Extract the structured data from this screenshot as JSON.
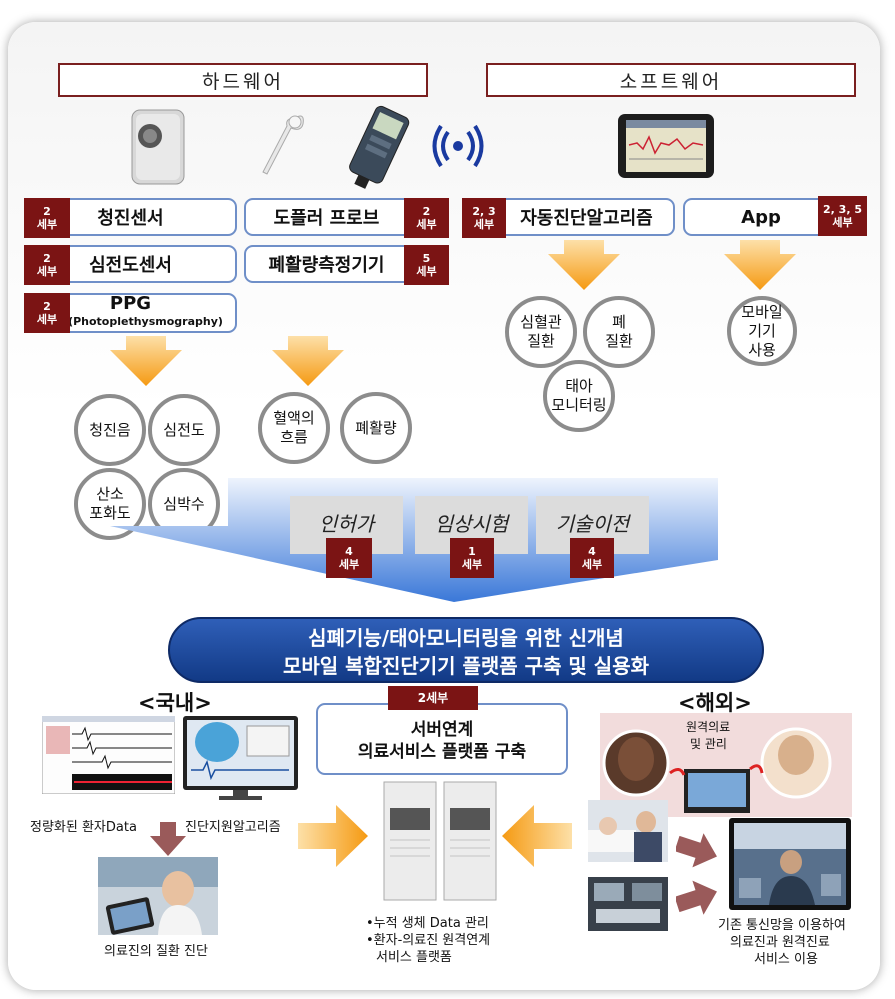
{
  "hardware": {
    "header": "하드웨어"
  },
  "software": {
    "header": "소프트웨어"
  },
  "hw_items": [
    {
      "label": "청진센서",
      "badge": "2\n세부"
    },
    {
      "label": "심전도센서",
      "badge": "2\n세부"
    },
    {
      "label": "PPG",
      "sub": "(Photoplethysmography)",
      "badge": "2\n세부"
    },
    {
      "label": "도플러 프로브",
      "badge": "2\n세부"
    },
    {
      "label": "폐활량측정기기",
      "badge": "5\n세부"
    }
  ],
  "sw_items": [
    {
      "label": "자동진단알고리즘",
      "badge": "2, 3\n세부"
    },
    {
      "label": "App",
      "badge": "2, 3, 5\n세부"
    }
  ],
  "outputs": {
    "hw_left": [
      "청진음",
      "심전도",
      "산소\n포화도",
      "심박수"
    ],
    "hw_right": [
      "혈액의\n흐름",
      "폐활량"
    ],
    "sw_algo": [
      "심혈관\n질환",
      "폐\n질환",
      "태아\n모니터링"
    ],
    "sw_app": [
      "모바일\n기기\n사용"
    ]
  },
  "stages": [
    {
      "label": "인허가",
      "badge": "4\n세부"
    },
    {
      "label": "임상시험",
      "badge": "1\n세부"
    },
    {
      "label": "기술이전",
      "badge": "4\n세부"
    }
  ],
  "goal": {
    "line1": "심폐기능/태아모니터링을 위한 신개념",
    "line2": "모바일 복합진단기기 플랫폼 구축 및 실용화"
  },
  "domestic": {
    "title": "<국내>",
    "caption_data": "정량화된 환자Data",
    "caption_algo": "진단지원알고리즘",
    "caption_diag": "의료진의 질환 진단"
  },
  "server": {
    "badge": "2세부",
    "line1": "서버연계",
    "line2": "의료서비스 플랫폼 구축",
    "bullet1": "•누적 생체 Data 관리",
    "bullet2": "•환자-의료진 원격연계",
    "bullet3": "서비스 플랫폼"
  },
  "overseas": {
    "title": "<해외>",
    "remote_label1": "원격의료",
    "remote_label2": "및 관리",
    "caption1": "기존 통신망을 이용하여",
    "caption2": "의료진과  원격진료",
    "caption3": "서비스 이용"
  },
  "colors": {
    "badge": "#7b1414",
    "box_border": "#6f8fc8",
    "arrow": "#f7a21b",
    "goal_bg": "#1c3f8a",
    "circle_border": "#8c8c8c"
  }
}
